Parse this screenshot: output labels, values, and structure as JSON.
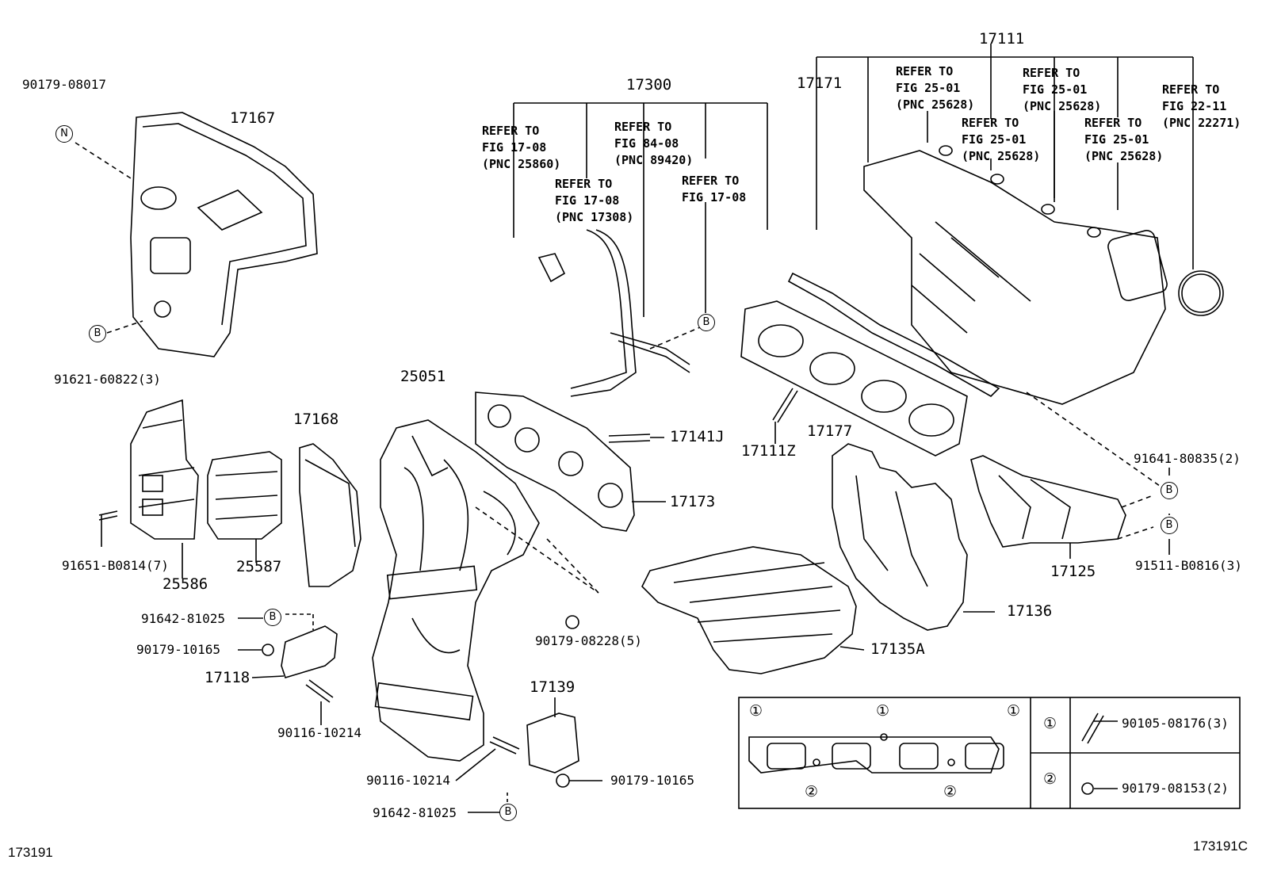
{
  "parts": {
    "p90179_08017": "90179-08017",
    "p17167": "17167",
    "p91621_60822": "91621-60822(3)",
    "p17300": "17300",
    "p17111": "17111",
    "p17171": "17171",
    "p25051": "25051",
    "p17168": "17168",
    "p17141J": "17141J",
    "p17173": "17173",
    "p17111Z": "17111Z",
    "p17177": "17177",
    "p91641_80835": "91641-80835(2)",
    "p91511_B0816": "91511-B0816(3)",
    "p17125": "17125",
    "p91651_B0814": "91651-B0814(7)",
    "p25586": "25586",
    "p25587": "25587",
    "p91642_81025_a": "91642-81025",
    "p90179_10165_a": "90179-10165",
    "p17118": "17118",
    "p90116_10214_a": "90116-10214",
    "p90179_08228": "90179-08228(5)",
    "p17139": "17139",
    "p90116_10214_b": "90116-10214",
    "p90179_10165_b": "90179-10165",
    "p91642_81025_b": "91642-81025",
    "p17136": "17136",
    "p17135A": "17135A"
  },
  "refs": {
    "r1": "REFER TO\nFIG 17-08\n(PNC 25860)",
    "r2": "REFER TO\nFIG 84-08\n(PNC 89420)",
    "r3": "REFER TO\nFIG 17-08\n(PNC 17308)",
    "r4": "REFER TO\nFIG 17-08",
    "r5": "REFER TO\nFIG 25-01\n(PNC 25628)",
    "r6": "REFER TO\nFIG 25-01\n(PNC 25628)",
    "r7": "REFER TO\nFIG 25-01\n(PNC 25628)",
    "r8": "REFER TO\nFIG 25-01\n(PNC 25628)",
    "r9": "REFER TO\nFIG 22-11\n(PNC 22271)"
  },
  "markers": {
    "n": "N",
    "b": "B"
  },
  "legend": {
    "one": "①",
    "two": "②",
    "bolt_part": "90105-08176(3)",
    "nut_part": "90179-08153(2)"
  },
  "footer": {
    "left": "173191",
    "right": "173191C"
  }
}
